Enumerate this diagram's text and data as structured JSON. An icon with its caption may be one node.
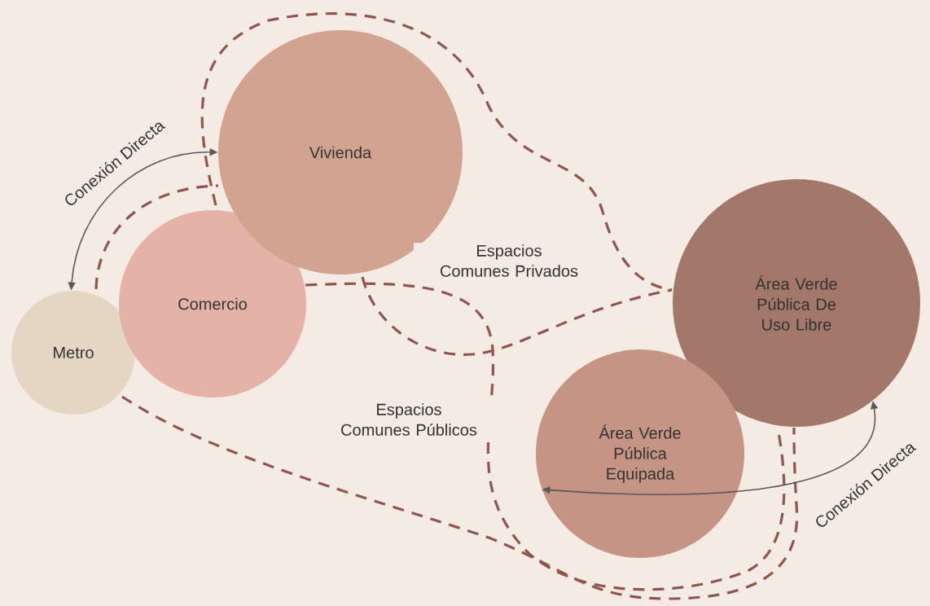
{
  "diagram": {
    "nodes": [
      {
        "text": [
          "Metro"
        ]
      },
      {
        "text": [
          "Comercio"
        ]
      },
      {
        "text": [
          "Vivienda"
        ]
      },
      {
        "text": [
          "Área Verde Pública De Uso Libre"
        ]
      },
      {
        "text": [
          "Área Verde Pública Equipada"
        ]
      }
    ],
    "edges": [
      {
        "from": 0,
        "to": 2,
        "arrow": "both",
        "label": "Conexión Directa"
      },
      {
        "from": 4,
        "to": 3,
        "arrow": "both",
        "label": "Conexión Directa"
      }
    ],
    "labels": [
      "Espacios Comunes Privados",
      "Espacios Comunes Públicos"
    ]
  }
}
